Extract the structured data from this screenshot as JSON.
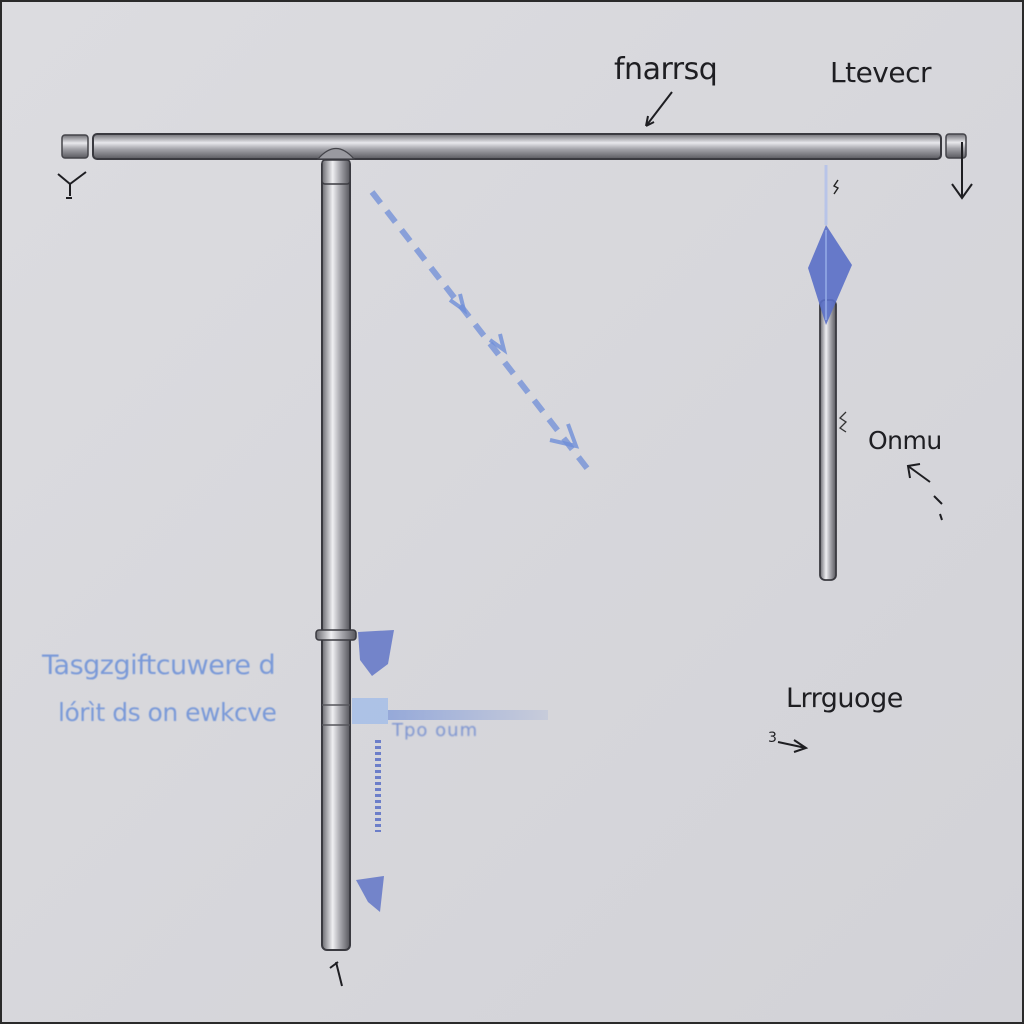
{
  "labels": {
    "top_center": "fnarrsq",
    "top_right": "Ltevecr",
    "right_mid": "Onmu",
    "right_low": "Lrrguoge",
    "left_blue_line1": "Tasgzgiftcuwere d",
    "left_blue_line2": "lórìt ds on ewkcve",
    "blue_mini_label": "Tpo oum",
    "bottom_small": "3",
    "left_small": "Y"
  },
  "colors": {
    "pipe_body": "#a8a8ae",
    "pipe_highlight": "#f2f2f4",
    "pipe_outline": "#44444a",
    "blue_accent": "#5a6fc6",
    "blue_dashed": "#6f8ed8",
    "ink": "#1e1e22",
    "background": "#d6d6da"
  },
  "icons": {
    "arrow_down": "arrow-down-icon",
    "arrow_diag": "diagonal-arrow-icon",
    "blue_flag": "blue-flag-icon"
  }
}
